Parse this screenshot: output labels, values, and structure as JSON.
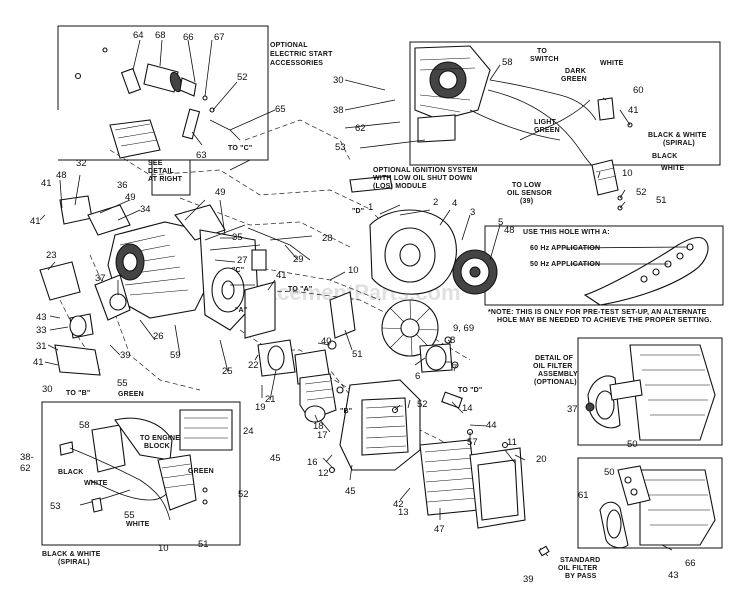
{
  "watermark": "eReplacementParts.com",
  "captions": {
    "electric_start": [
      "OPTIONAL",
      "ELECTRIC START",
      "ACCESSORIES"
    ],
    "to_c_top": "TO \"C\"",
    "see_detail": [
      "SEE",
      "DETAIL",
      "AT RIGHT"
    ],
    "ignition": [
      "OPTIONAL IGNITION SYSTEM",
      "WITH LOW OIL SHUT DOWN",
      "(LOS) MODULE"
    ],
    "to_switch": [
      "TO",
      "SWITCH"
    ],
    "dark_green": [
      "DARK",
      "GREEN"
    ],
    "white_top": "WHITE",
    "light_green": [
      "LIGHT",
      "GREEN"
    ],
    "black_white_spiral_top": [
      "BLACK & WHITE",
      "(SPIRAL)"
    ],
    "black_top": "BLACK",
    "white_mid": "WHITE",
    "to_low_oil": [
      "TO LOW",
      "OIL SENSOR",
      "(39)"
    ],
    "use_this_hole": "USE THIS HOLE WITH A:",
    "hz60": "60 Hz APPLICATION",
    "hz50": "50 Hz APPLICATION",
    "note": [
      "*NOTE: THIS IS ONLY FOR PRE-TEST SET-UP, AN ALTERNATE",
      "HOLE MAY BE NEEDED TO ACHIEVE THE PROPER SETTING."
    ],
    "to_a": "TO \"A\"",
    "to_b": "TO \"B\"",
    "to_d": "TO \"D\"",
    "mark_a": "\"A\"",
    "mark_b": "\"B\"",
    "mark_c": "\"C\"",
    "mark_d": "\"D\"",
    "oil_filter_detail": [
      "DETAIL OF",
      "OIL FILTER",
      "ASSEMBLY",
      "(OPTIONAL)"
    ],
    "green_a": "GREEN",
    "to_engine_block": [
      "TO ENGINE",
      "BLOCK"
    ],
    "green_b": "GREEN",
    "black_bl": "BLACK",
    "white_bl": "WHITE",
    "white_bl2": "WHITE",
    "black_white_spiral_bottom": [
      "BLACK & WHITE",
      "(SPIRAL)"
    ],
    "standard_bypass": [
      "STANDARD",
      "OIL FILTER",
      "BY PASS"
    ]
  },
  "part_numbers": {
    "n64": "64",
    "n68": "68",
    "n66": "66",
    "n67": "67",
    "n52a": "52",
    "n65": "65",
    "n63": "63",
    "n30a": "30",
    "n58a": "58",
    "n60": "60",
    "n41a": "41",
    "n38a": "38",
    "n62": "62",
    "n53a": "53",
    "n10a": "10",
    "n52b": "52",
    "n51a": "51",
    "n32": "32",
    "n48a": "48",
    "n36": "36",
    "n41b": "41",
    "n49a": "49",
    "n49b": "49",
    "n34": "34",
    "n1": "1",
    "n2": "2",
    "n4": "4",
    "n3": "3",
    "n5": "5",
    "n48b": "48",
    "n41c": "41",
    "n35": "35",
    "n28": "28",
    "n29": "29",
    "n23": "23",
    "n27": "27",
    "n10b": "10",
    "n37": "37",
    "n41d": "41",
    "n43a": "43",
    "n33": "33",
    "n26": "26",
    "n9": "9, 69",
    "n39a": "39",
    "n59": "59",
    "n31": "31",
    "n25": "25",
    "n51b": "51",
    "n41e": "41",
    "n22": "22",
    "n40": "40",
    "n8": "8",
    "n7": "7",
    "n6": "6",
    "n21": "21",
    "n19": "19",
    "n18": "18",
    "n17": "17",
    "n14": "14",
    "n44": "44",
    "n57": "57",
    "n52c": "52",
    "n16": "16",
    "n45a": "45",
    "n12": "12",
    "n45b": "45",
    "n11": "11",
    "n20": "20",
    "n42": "42",
    "n13": "13",
    "n47": "47",
    "n30b": "30",
    "n55a": "55",
    "n58b": "58",
    "n24": "24",
    "n38b": "38-",
    "n62b": "62",
    "n52d": "52",
    "n53b": "53",
    "n55b": "55",
    "n10c": "10",
    "n51c": "51",
    "n37b": "37",
    "n50a": "50",
    "n50b": "50",
    "n61": "61",
    "n39b": "39",
    "n66b": "66",
    "n43b": "43"
  }
}
